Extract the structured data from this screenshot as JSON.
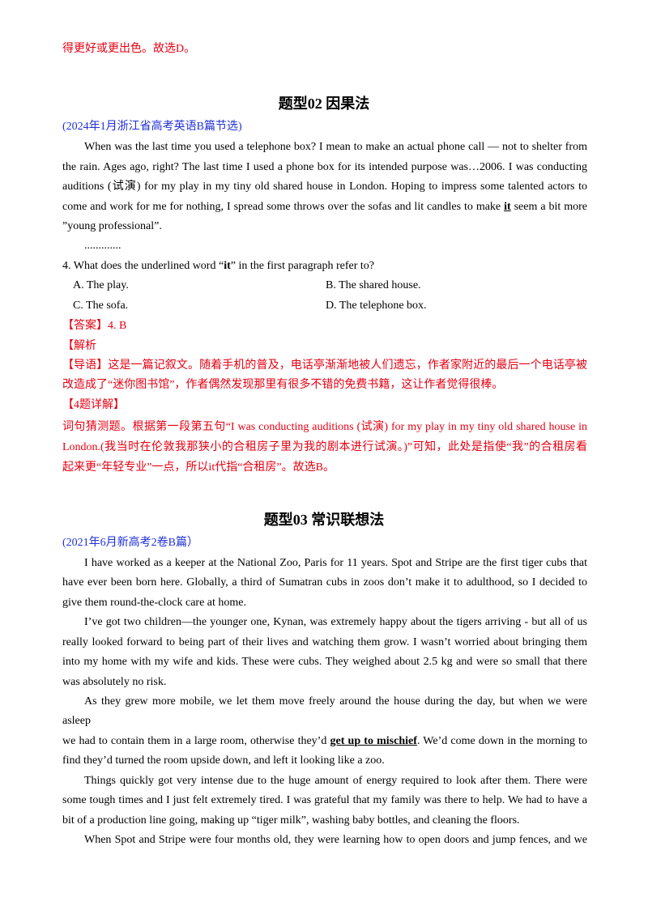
{
  "top": {
    "text": "得更好或更出色。故选D。"
  },
  "section2": {
    "heading": "题型02 因果法",
    "source": "(2024年1月浙江省高考英语B篇节选)",
    "para": [
      "When was the last time you used a telephone box? I mean to make an actual phone call — not to shelter from",
      "the rain. Ages ago, right? The last time I used a phone box for its intended purpose was…2006. I was conducting",
      "auditions (试演) for my play in my tiny old shared house in London. Hoping to impress some talented actors to",
      "come and work for me for nothing, I spread some throws over the sofas and lit candles to make ",
      "it",
      " seem a bit more",
      "”young professional”."
    ],
    "ellipsis": ".............",
    "question": {
      "prefix": "4. What does the underlined word “",
      "word": "it",
      "suffix": "” in the first paragraph refer to?"
    },
    "options": {
      "a": "A. The play.",
      "b": "B. The shared house.",
      "c": "C. The sofa.",
      "d": "D. The telephone box."
    },
    "answer": "【答案】4. B",
    "analysis": "【解析",
    "guide": [
      "【导语】这是一篇记叙文。随着手机的普及，电话亭渐渐地被人们遗忘，作者家附近的最后一个电话亭被",
      "改造成了“迷你图书馆”，作者偶然发现那里有很多不错的免费书籍，这让作者觉得很棒。"
    ],
    "detail_title": "【4题详解】",
    "detail": [
      "词句猜测题。根据第一段第五句“I was conducting auditions (试演) for my play in my tiny old shared house in",
      "London.(我当时在伦敦我那狭小的合租房子里为我的剧本进行试演。)”可知，此处是指使“我”的合租房看",
      "起来更“年轻专业”一点，所以it代指“合租房”。故选B。"
    ]
  },
  "section3": {
    "heading": "题型03 常识联想法",
    "source": "(2021年6月新高考2卷B篇）",
    "p1": [
      "I have worked as a keeper at the National Zoo, Paris for 11 years. Spot and Stripe are the first tiger cubs that",
      "have ever been born here. Globally, a third of Sumatran cubs in zoos don’t make it to adulthood, so I decided to",
      "give them round-the-clock care at home."
    ],
    "p2": [
      "I’ve got two children—the younger one, Kynan, was extremely happy about the tigers arriving - but all of us",
      "really looked forward to being part of their lives and watching them grow. I wasn’t worried about bringing them",
      "into my home with my wife and kids. These were cubs. They weighed about 2.5 kg and were so small that there",
      "was absolutely no risk."
    ],
    "p3": [
      "As they grew more mobile, we let them move freely around the house during the day, but when we were",
      "asleep",
      "we had to contain them in a large room, otherwise they’d ",
      "get up to mischief",
      ". We’d come down in the morning to",
      "find they’d turned the room upside down, and left it looking like a zoo."
    ],
    "p4": [
      "Things quickly got very intense due to the huge amount of energy required to look after them. There were",
      "some tough times and I just felt extremely tired. I was grateful that my family was there to help. We had to have a",
      "bit of a production line going, making up “tiger milk”, washing baby bottles, and cleaning the floors."
    ],
    "p5": [
      "When Spot and Stripe were four months old, they were learning how to open doors and jump fences, and we"
    ]
  }
}
